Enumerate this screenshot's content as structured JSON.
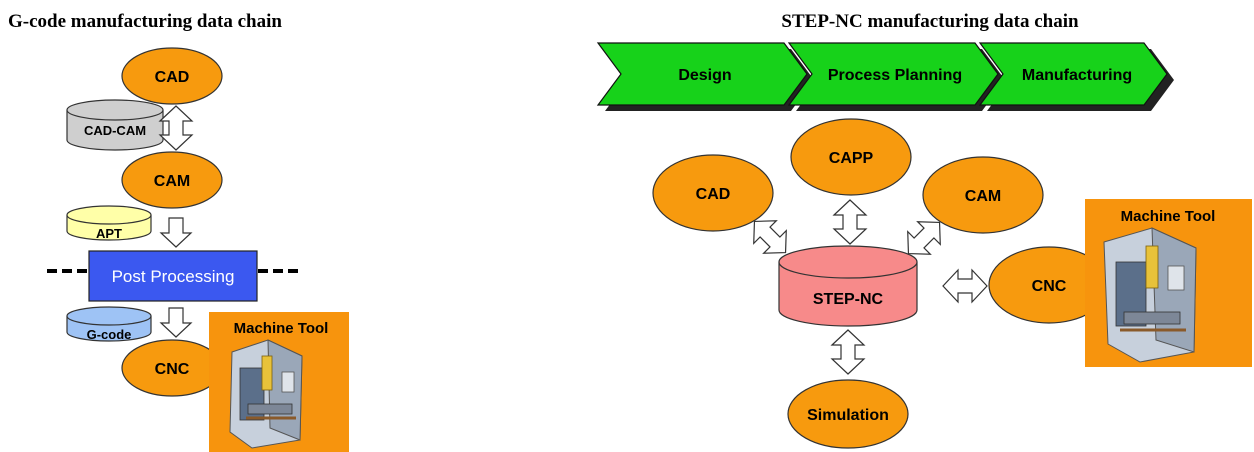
{
  "left": {
    "title": "G-code manufacturing data chain",
    "cad": "CAD",
    "cad_cam": "CAD-CAM",
    "cam": "CAM",
    "apt": "APT",
    "post_processing": "Post Processing",
    "gcode": "G-code",
    "cnc": "CNC",
    "machine_tool": "Machine Tool"
  },
  "right": {
    "title": "STEP-NC manufacturing data chain",
    "stages": [
      "Design",
      "Process Planning",
      "Manufacturing"
    ],
    "cad": "CAD",
    "capp": "CAPP",
    "cam": "CAM",
    "step_nc": "STEP-NC",
    "cnc": "CNC",
    "simulation": "Simulation",
    "machine_tool": "Machine Tool"
  },
  "colors": {
    "ellipse": "#f79a0e",
    "db_grey": "#cfcfcf",
    "db_yellow": "#ffffa8",
    "db_blue": "#9ec3f5",
    "db_pink": "#f78a8a",
    "post_box": "#3b58f0",
    "chevron": "#17d21a",
    "machine_bg": "#f7940d"
  }
}
